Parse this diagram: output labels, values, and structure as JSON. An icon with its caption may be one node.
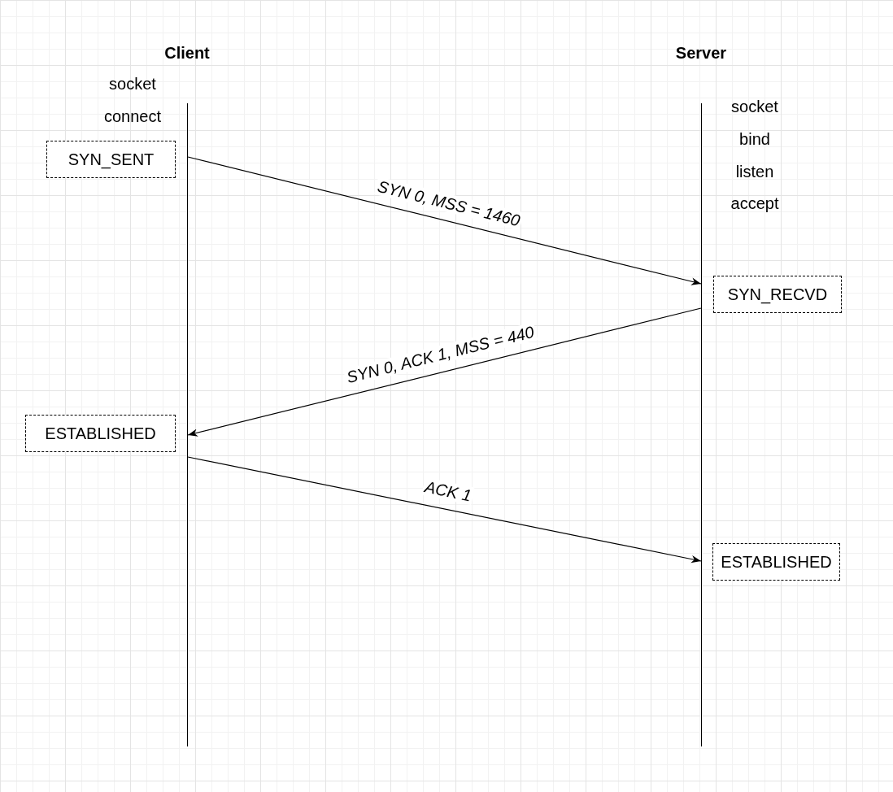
{
  "diagram": {
    "nodes": [
      {
        "text": [],
        "shape": "bar"
      },
      {
        "text": [],
        "shape": "bar"
      },
      {
        "text": [
          "SYN_SENT"
        ]
      },
      {
        "text": [
          "SYN_RECVD"
        ]
      },
      {
        "text": [
          "ESTABLISHED"
        ]
      },
      {
        "text": [
          "ESTABLISHED"
        ]
      }
    ],
    "edges": [
      {
        "from": 0,
        "to": 1,
        "arrow": "to",
        "label": "SYN 0, MSS = 1460"
      },
      {
        "from": 1,
        "to": 0,
        "arrow": "to",
        "label": "SYN 0, ACK 1, MSS = 440"
      },
      {
        "from": 0,
        "to": 1,
        "arrow": "to",
        "label": "ACK 1"
      }
    ],
    "labels": [
      "Client",
      "Server",
      "socket",
      "connect",
      "socket",
      "bind",
      "listen",
      "accept"
    ]
  }
}
